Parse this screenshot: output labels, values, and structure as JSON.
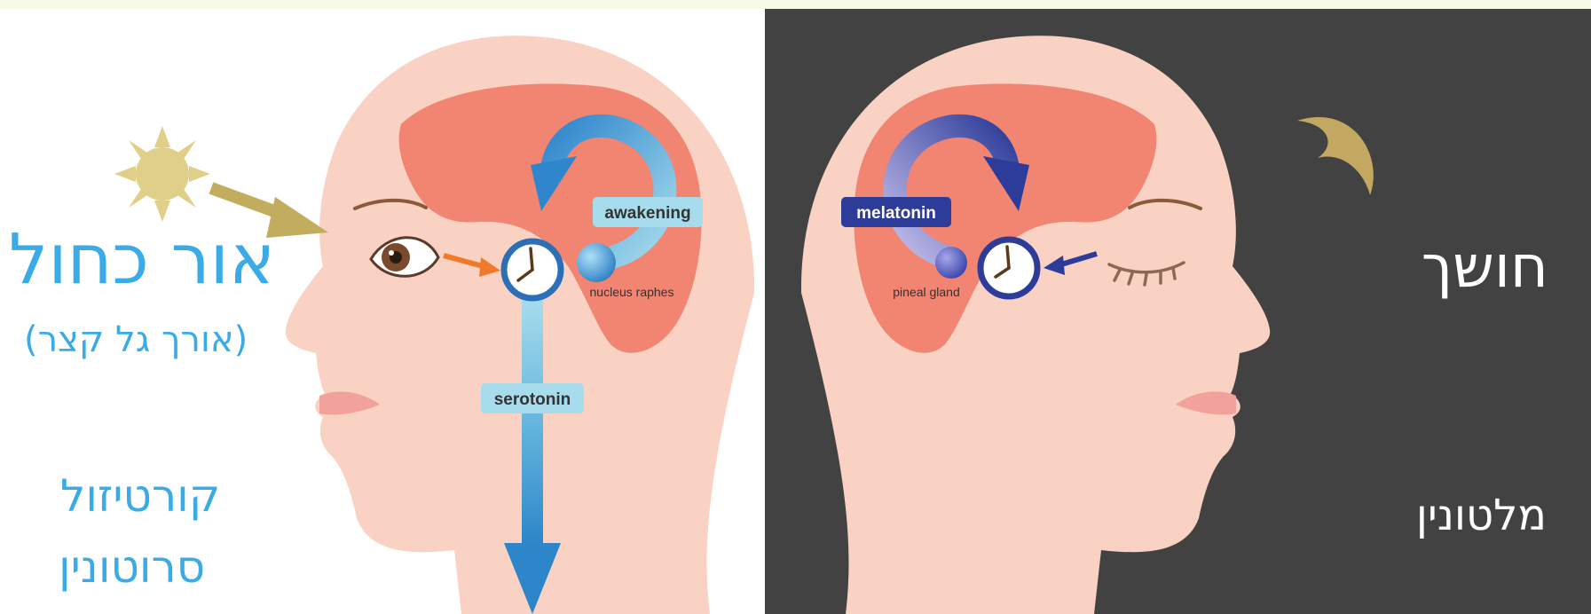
{
  "left_panel": {
    "title": "אור כחול",
    "subtitle": "(אורך גל קצר)",
    "hormones": [
      "קורטיזול",
      "סרוטונין"
    ],
    "labels": {
      "awakening": "awakening",
      "nucleus": "nucleus raphes",
      "serotonin": "serotonin"
    }
  },
  "right_panel": {
    "title": "חושך",
    "hormone": "מלטונין",
    "labels": {
      "melatonin": "melatonin",
      "pineal": "pineal gland"
    }
  },
  "icons": [
    "sun-icon",
    "moon-icon",
    "clock-icon",
    "eye-open-icon",
    "eye-closed-icon"
  ],
  "colors": {
    "day_background": "#ffffff",
    "night_background": "#424242",
    "top_strip": "#f6fbe8",
    "skin": "#f9d2c4",
    "brain": "#f28472",
    "blue_text": "#3aabe6",
    "night_text": "#ffffff",
    "sun": "#e0cf88",
    "moon": "#c2a860",
    "day_arrow": "#3d8fd0",
    "night_arrow": "#2d3c99",
    "serotonin_bar": "#a6dcec"
  }
}
